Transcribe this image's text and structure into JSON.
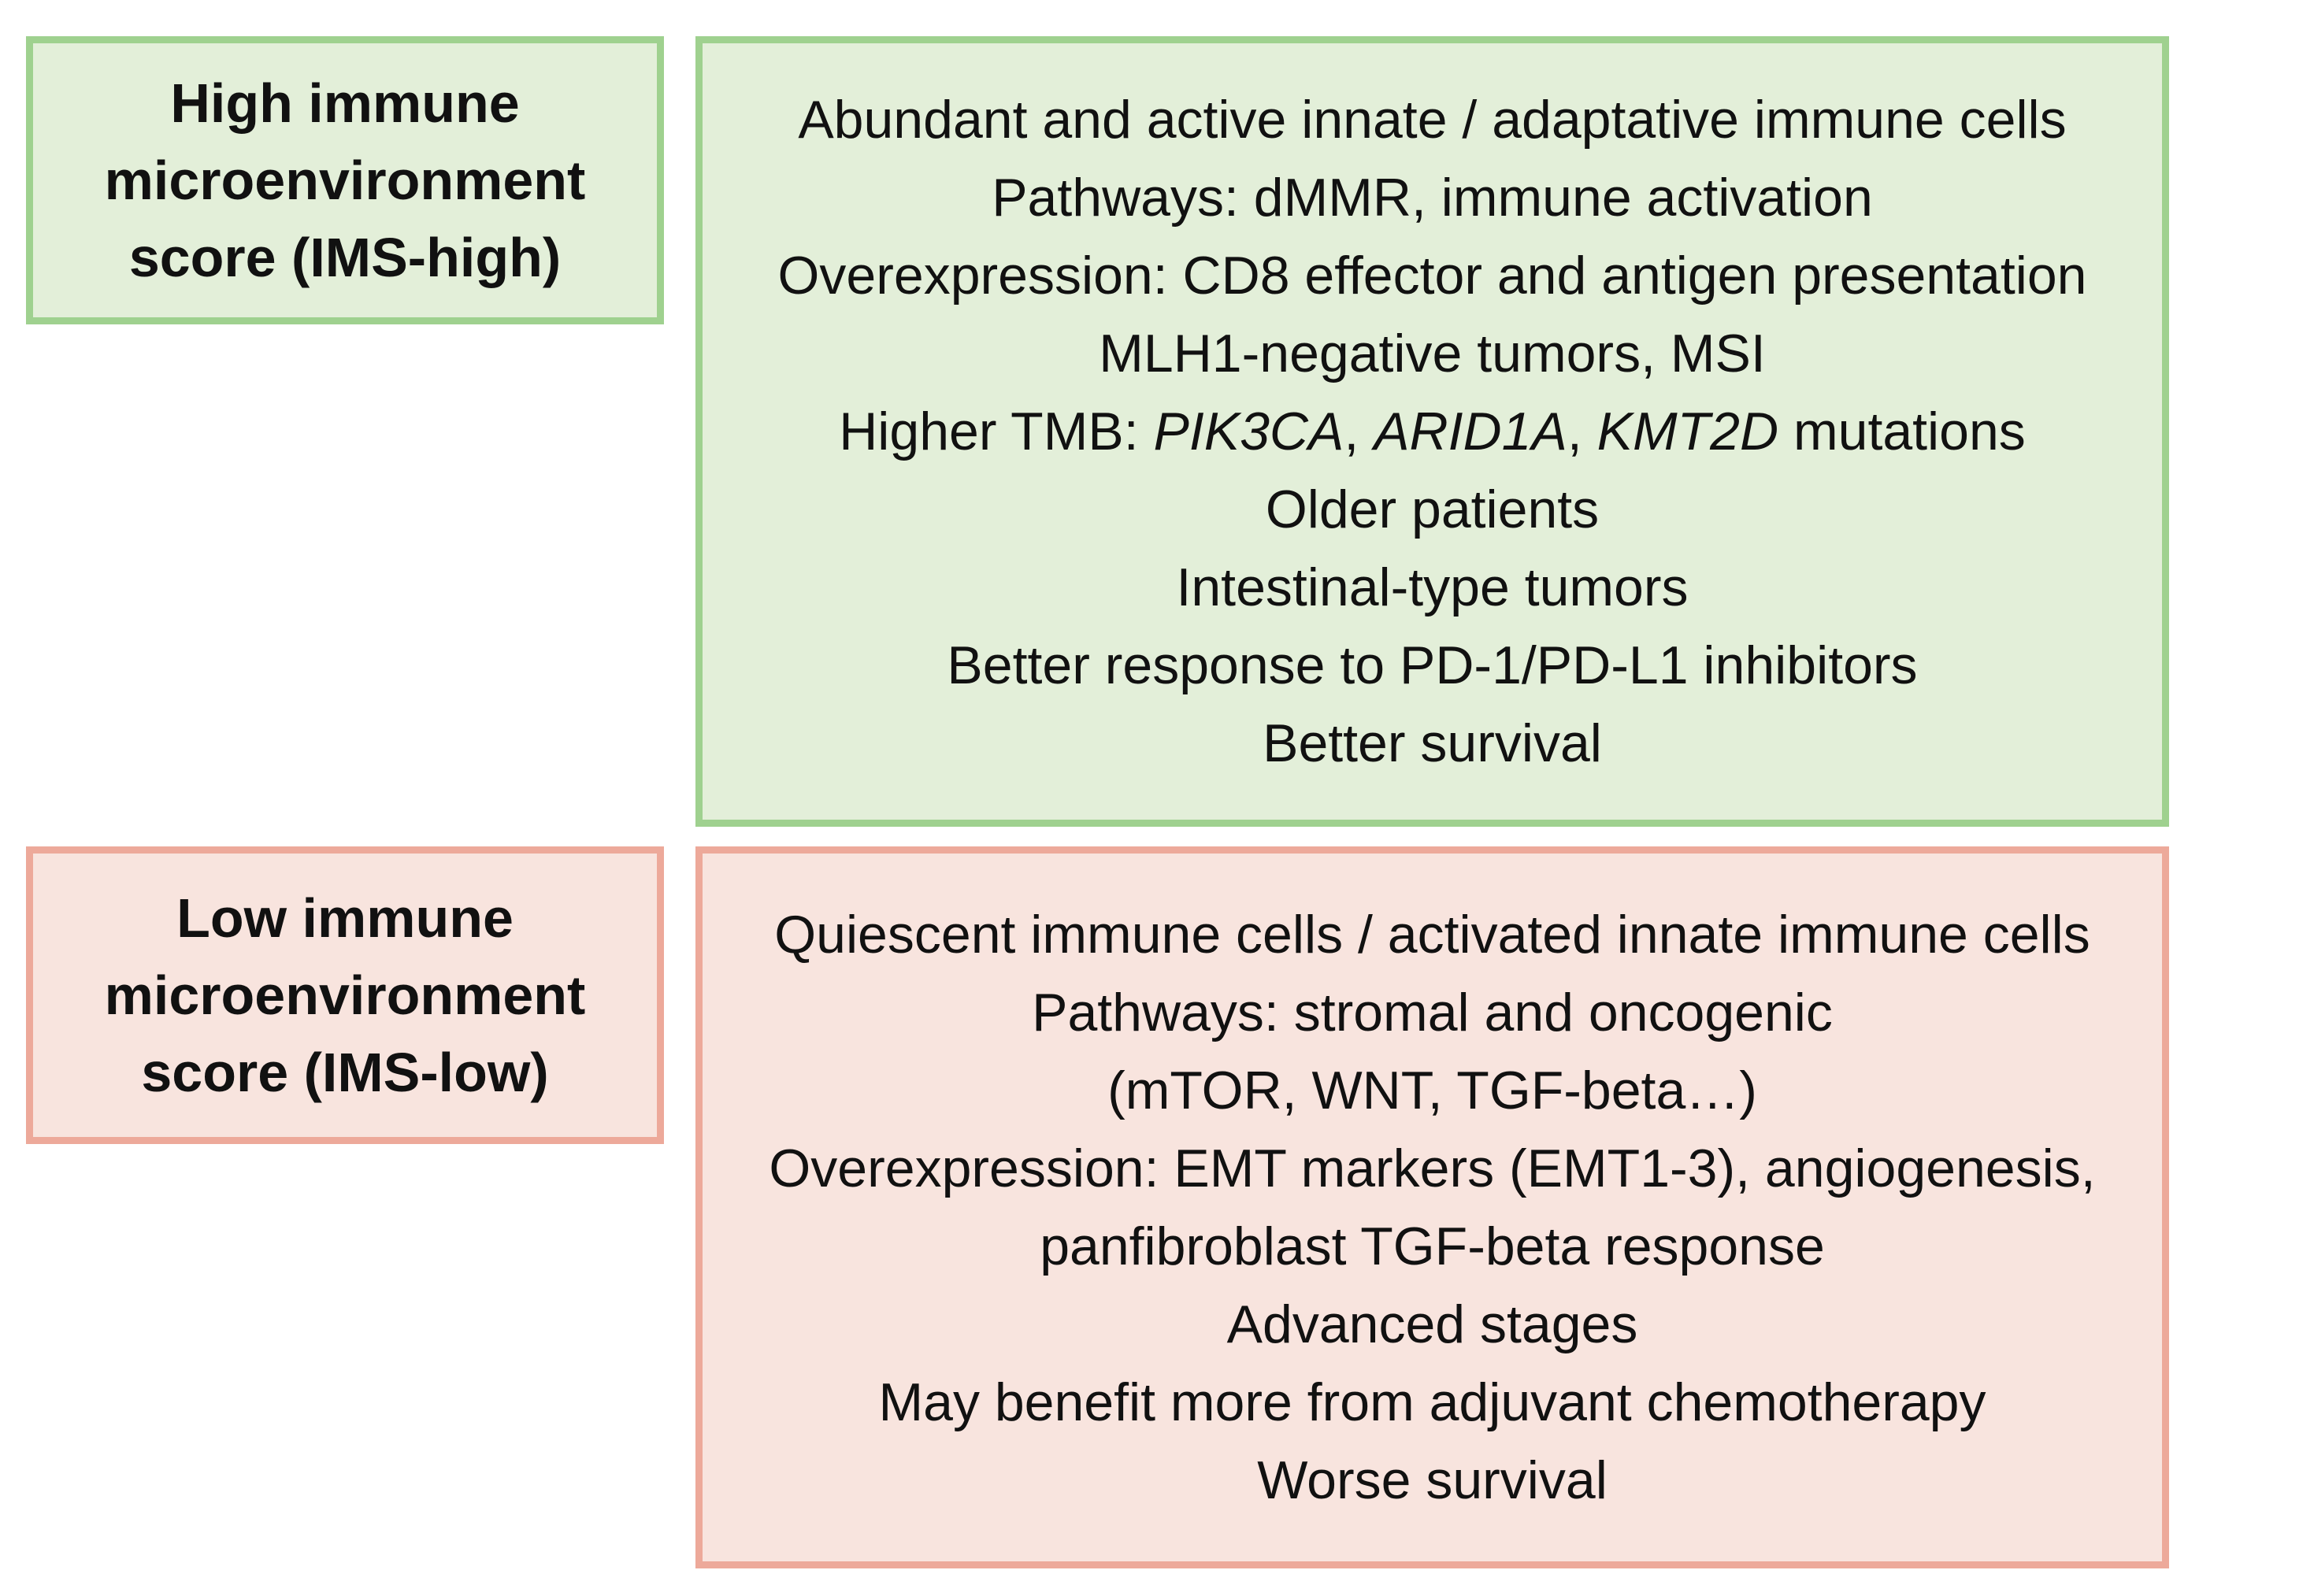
{
  "high": {
    "label_lines": [
      "High immune",
      "microenvironment",
      "score (IMS-high)"
    ],
    "content_lines": [
      "Abundant and active innate / adaptative immune cells",
      "Pathways: dMMR, immune activation",
      "Overexpression: CD8 effector and antigen presentation",
      "MLH1-negative tumors, MSI",
      "Higher TMB: ",
      "PIK3CA",
      ", ",
      "ARID1A",
      ", ",
      "KMT2D",
      " mutations",
      "Older patients",
      "Intestinal-type tumors",
      "Better response to PD-1/PD-L1 inhibitors",
      "Better survival"
    ],
    "fill_color": "#e3efd9",
    "border_color": "#9fd18f"
  },
  "low": {
    "label_lines": [
      "Low immune",
      "microenvironment",
      "score (IMS-low)"
    ],
    "content_lines": [
      "Quiescent immune cells / activated innate immune cells",
      "Pathways: stromal and oncogenic",
      "(mTOR, WNT, TGF-beta…)",
      "Overexpression: EMT markers (EMT1-3), angiogenesis,",
      "panfibroblast TGF-beta response",
      "Advanced stages",
      "May benefit more from adjuvant chemotherapy",
      "Worse survival"
    ],
    "fill_color": "#f8e4de",
    "border_color": "#eda99a"
  }
}
